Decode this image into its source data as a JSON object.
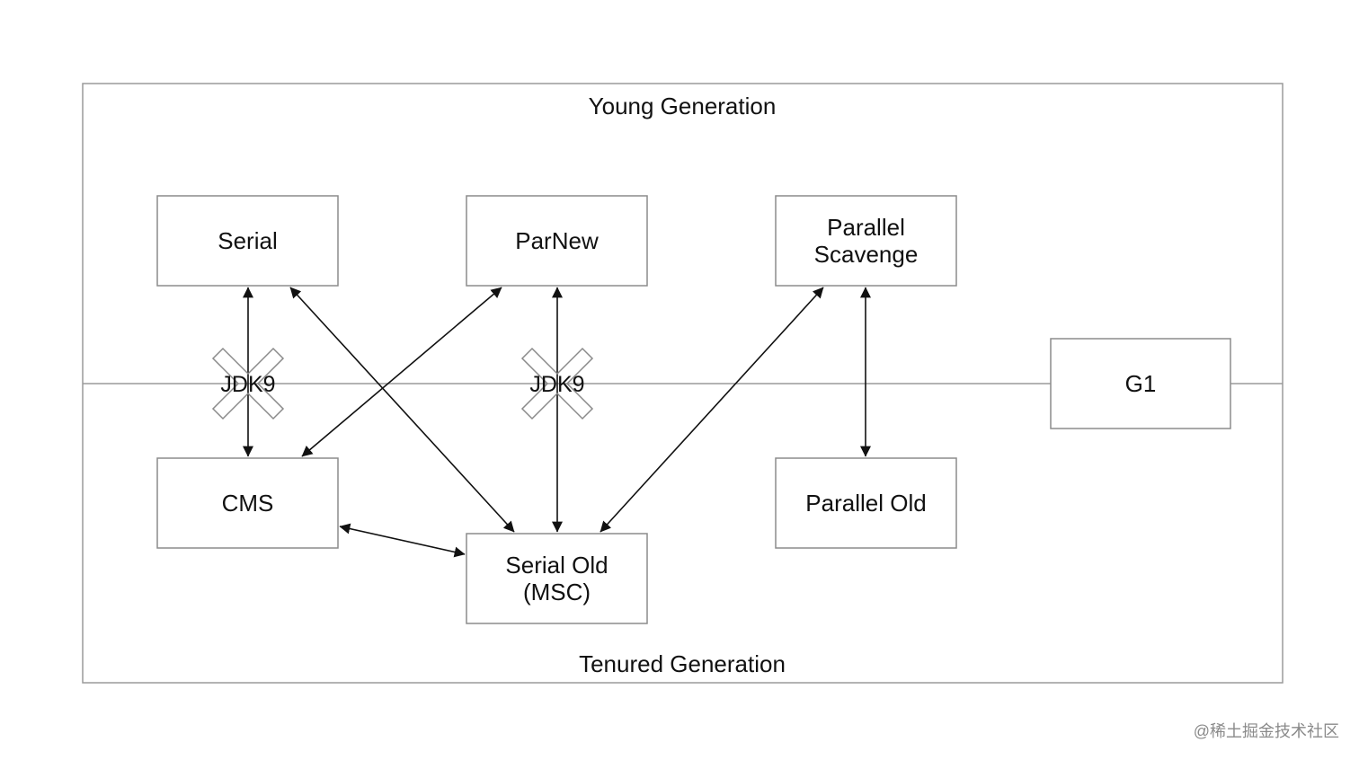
{
  "diagram": {
    "regions": {
      "young_label": "Young Generation",
      "tenured_label": "Tenured Generation"
    },
    "collectors": {
      "serial": {
        "lines": [
          "Serial"
        ]
      },
      "parnew": {
        "lines": [
          "ParNew"
        ]
      },
      "parallel_scavenge": {
        "lines": [
          "Parallel",
          "Scavenge"
        ]
      },
      "cms": {
        "lines": [
          "CMS"
        ]
      },
      "serial_old": {
        "lines": [
          "Serial Old",
          "(MSC)"
        ]
      },
      "parallel_old": {
        "lines": [
          "Parallel Old"
        ]
      },
      "g1": {
        "lines": [
          "G1"
        ]
      }
    },
    "connections": [
      {
        "from": "serial",
        "to": "cms",
        "removed_label": "JDK9"
      },
      {
        "from": "serial",
        "to": "serial_old"
      },
      {
        "from": "parnew",
        "to": "cms"
      },
      {
        "from": "parnew",
        "to": "serial_old",
        "removed_label": "JDK9"
      },
      {
        "from": "parallel_scavenge",
        "to": "serial_old"
      },
      {
        "from": "parallel_scavenge",
        "to": "parallel_old"
      },
      {
        "from": "cms",
        "to": "serial_old"
      }
    ],
    "colors": {
      "line": "#111111",
      "box_stroke": "#8c8c8c",
      "frame_stroke": "#9a9a9a"
    }
  },
  "watermark": "@稀土掘金技术社区"
}
